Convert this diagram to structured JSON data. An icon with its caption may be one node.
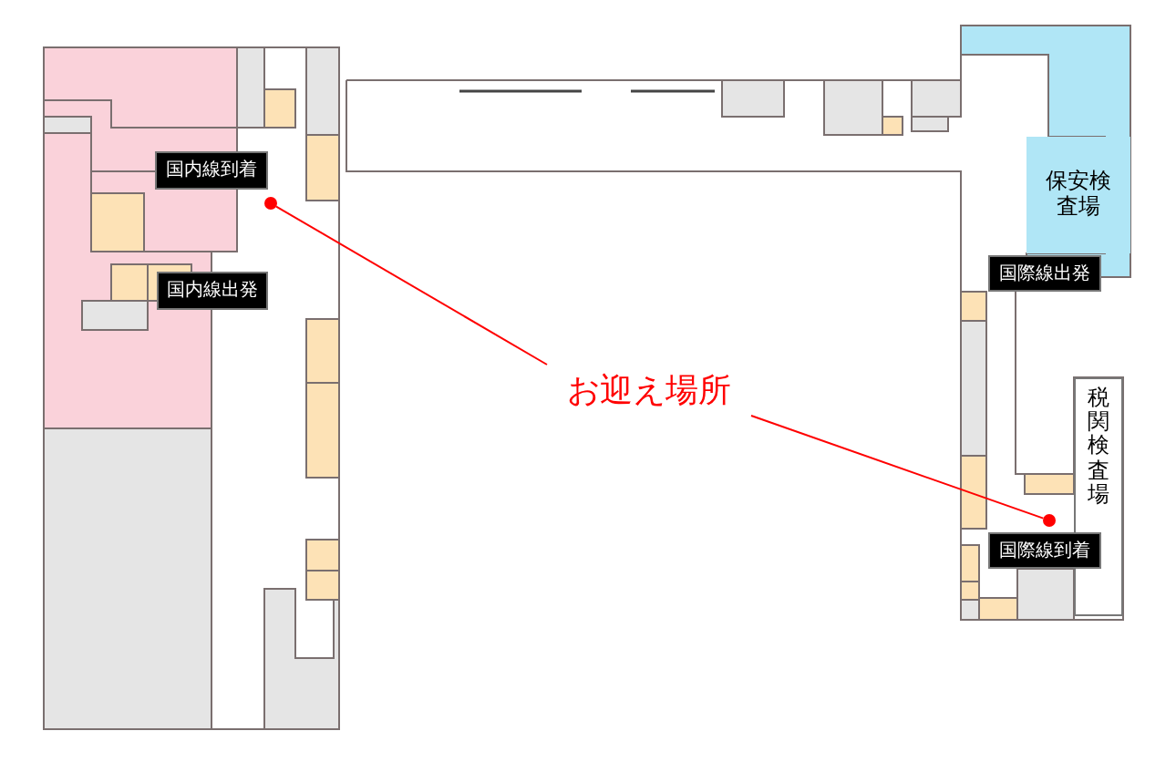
{
  "diagram": {
    "nodes": [
      {
        "text": [
          "国内線到着"
        ]
      },
      {
        "text": [
          "国内線出発"
        ]
      },
      {
        "text": [
          "保安検査場"
        ]
      },
      {
        "text": [
          "国際線出発"
        ]
      },
      {
        "text": [
          "税関検査場"
        ]
      },
      {
        "text": [
          "国際線到着"
        ]
      },
      {
        "text": [
          "お迎え場所"
        ]
      },
      {
        "text": [],
        "shape": "circle"
      },
      {
        "text": [],
        "shape": "circle"
      }
    ],
    "edges": [
      {
        "from": 6,
        "to": 7,
        "arrow": "none"
      },
      {
        "from": 6,
        "to": 8,
        "arrow": "none"
      }
    ]
  }
}
